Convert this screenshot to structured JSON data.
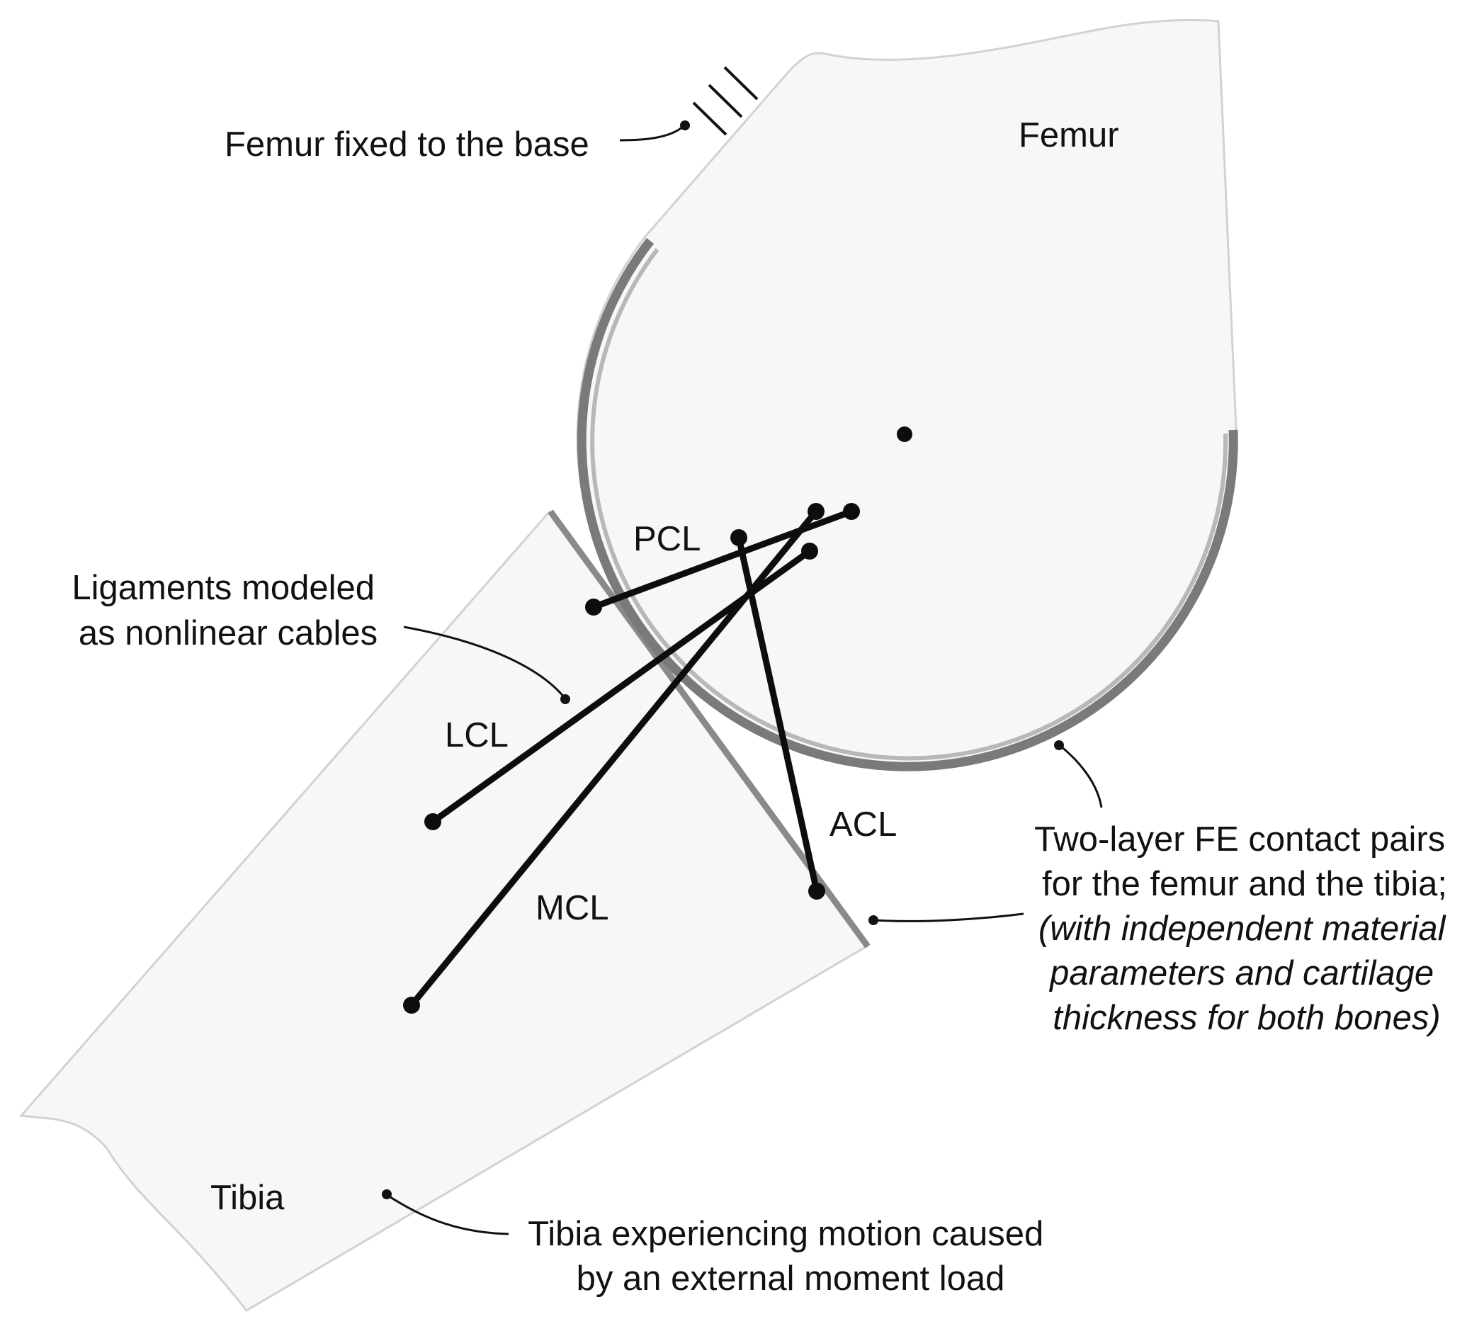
{
  "labels": {
    "femur": "Femur",
    "tibia": "Tibia",
    "pcl": "PCL",
    "lcl": "LCL",
    "acl": "ACL",
    "mcl": "MCL"
  },
  "annotations": {
    "femur_fixed": "Femur fixed to the base",
    "ligaments": [
      "Ligaments modeled",
      "as nonlinear cables"
    ],
    "contact": [
      "Two-layer FE contact pairs",
      "for the femur and the tibia;"
    ],
    "contact_italic": [
      "(with independent material",
      "parameters and cartilage",
      "thickness for both bones)"
    ],
    "tibia_motion": [
      "Tibia experiencing motion caused",
      "by an external moment load"
    ]
  },
  "colors": {
    "bone_fill": "#f7f7f7",
    "bone_outline": "#d2d2d2",
    "cartilage": "#a8a8a8",
    "cartilage_edge": "#7a7a7a",
    "ligament": "#0d0d0d",
    "text": "#111111"
  }
}
